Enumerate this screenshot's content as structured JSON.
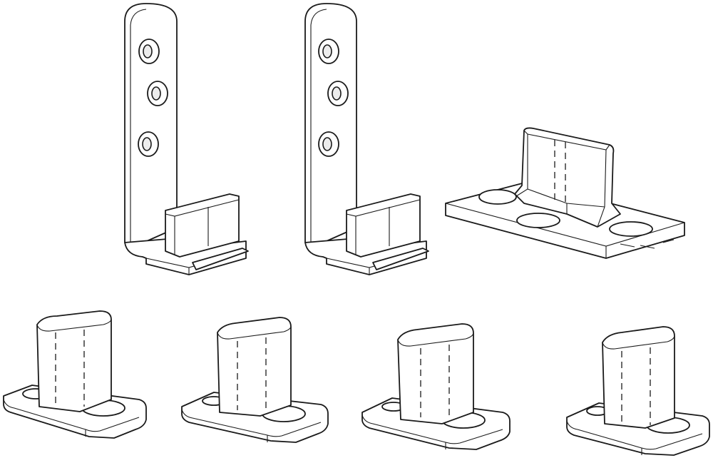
{
  "figure": {
    "description_visible_text": "",
    "parts": [
      {
        "name": "l-bracket-guide",
        "count": 2
      },
      {
        "name": "plate-guide",
        "count": 1
      },
      {
        "name": "t-guide",
        "count": 4
      }
    ]
  }
}
